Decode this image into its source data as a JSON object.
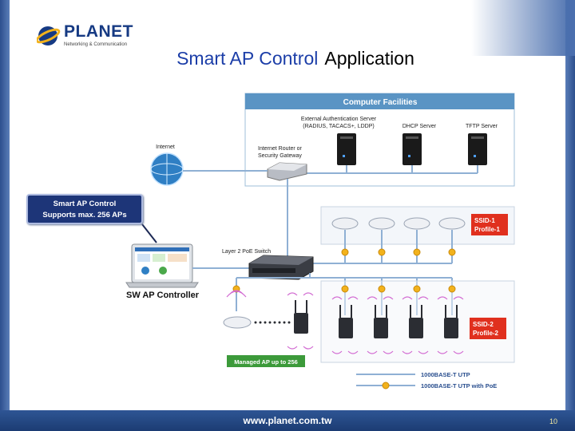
{
  "logo": {
    "name": "PLANET",
    "tagline": "Networking & Communication"
  },
  "title": {
    "highlight": "Smart AP Control",
    "rest": "Application"
  },
  "callout": {
    "line1": "Smart AP Control",
    "line2": "Supports max. 256 APs"
  },
  "diagram": {
    "facilities_header": "Computer Facilities",
    "auth_server_line1": "External Authentication Server",
    "auth_server_line2": "(RADIUS, TACACS+, LDDP)",
    "dhcp_label": "DHCP Server",
    "tftp_label": "TFTP Server",
    "internet_label": "Internet",
    "router_line1": "Internet Router or",
    "router_line2": "Security Gateway",
    "switch_label": "Layer 2 PoE Switch",
    "controller_label": "SW AP Controller",
    "ssid1_line1": "SSID-1",
    "ssid1_line2": "Profile-1",
    "ssid2_line1": "SSID-2",
    "ssid2_line2": "Profile-2",
    "managed_label": "Managed AP up to 256",
    "legend_utp": "1000BASE-T UTP",
    "legend_poe": "1000BASE-T UTP with PoE"
  },
  "footer": {
    "url": "www.planet.com.tw",
    "page": "10"
  },
  "colors": {
    "brand_blue": "#163a83",
    "title_blue": "#1c3ea8",
    "ssid_red": "#e0301e",
    "managed_green": "#3c9a3a",
    "poe_orange": "#f2b21c"
  }
}
